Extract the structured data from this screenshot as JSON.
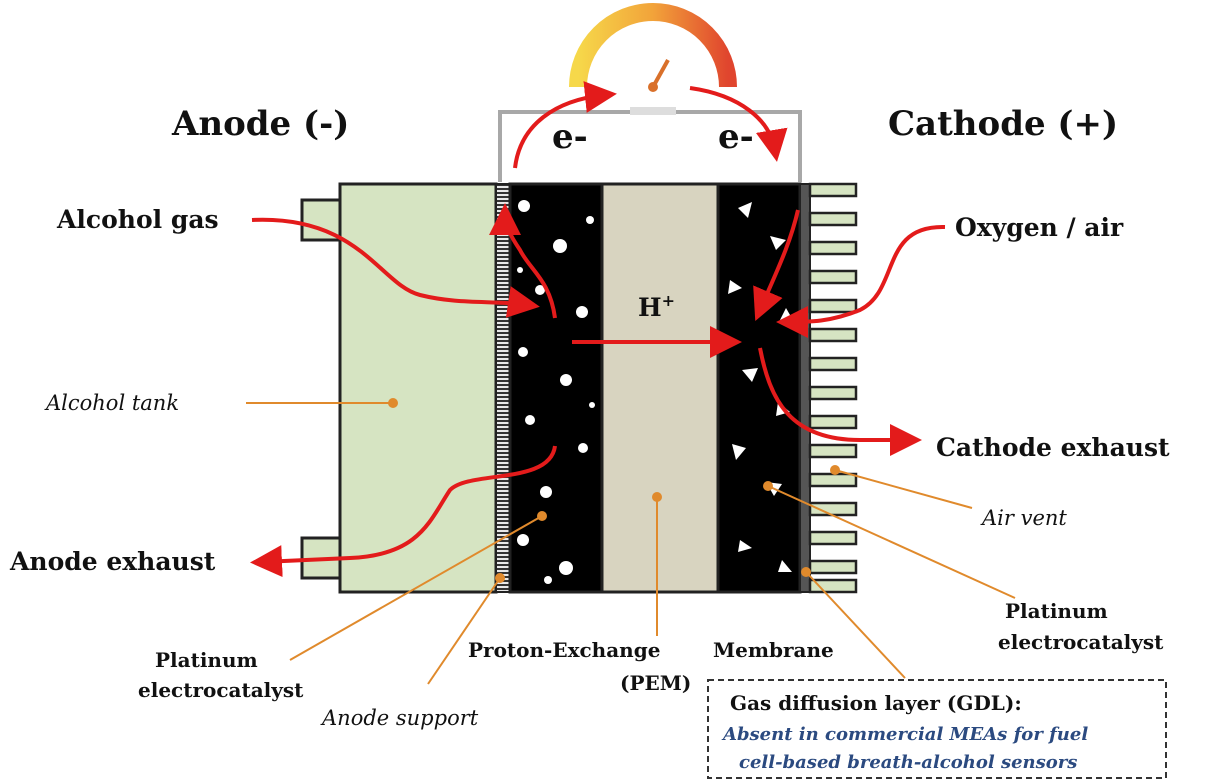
{
  "labels": {
    "anode": "Anode (-)",
    "cathode": "Cathode (+)",
    "electron_left": "e-",
    "electron_right": "e-",
    "alcohol_gas": "Alcohol gas",
    "oxygen_air": "Oxygen / air",
    "proton": "H",
    "proton_sup": "+",
    "alcohol_tank": "Alcohol tank",
    "cathode_exhaust": "Cathode exhaust",
    "air_vent": "Air vent",
    "anode_exhaust": "Anode exhaust",
    "platinum_left_1": "Platinum",
    "platinum_left_2": "electrocatalyst",
    "platinum_right_1": "Platinum",
    "platinum_right_2": "electrocatalyst",
    "pem_1": "Proton-Exchange",
    "pem_membrane": "Membrane",
    "pem_2": "(PEM)",
    "anode_support": "Anode support",
    "gdl_title": "Gas diffusion layer (GDL):",
    "gdl_note_1": "Absent in commercial MEAs for fuel",
    "gdl_note_2": "cell-based breath-alcohol sensors"
  },
  "colors": {
    "flow_arrows": "#e31b1b",
    "pointer_lines": "#e08a2c",
    "tank_fill": "#d6e4c2",
    "membrane_fill": "#d8d4c0",
    "catalyst_fill": "#000000",
    "note_text": "#2b4a80"
  },
  "icons": [
    "gauge-icon"
  ]
}
